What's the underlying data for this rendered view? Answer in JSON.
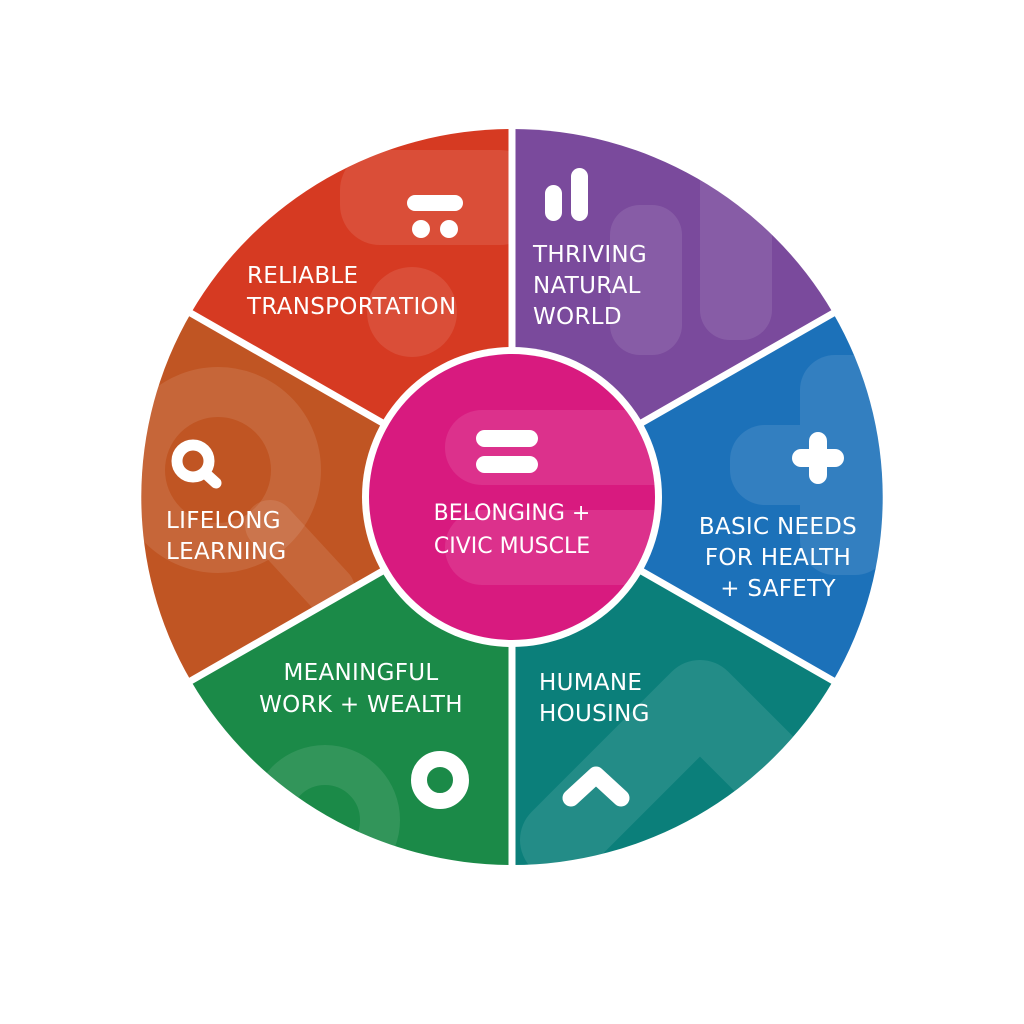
{
  "colors": {
    "transportation": "#d63a22",
    "natural_world": "#7a4a9c",
    "health_safety": "#1c71b9",
    "housing": "#0b7f7a",
    "work_wealth": "#1b8a48",
    "learning": "#c05523",
    "center": "#d81a7f",
    "divider": "#ffffff"
  },
  "center": {
    "icon": "equals-icon",
    "label_line1": "BELONGING +",
    "label_line2": "CIVIC MUSCLE"
  },
  "segments": [
    {
      "key": "transportation",
      "icon": "transit-icon",
      "label_line1": "RELIABLE",
      "label_line2": "TRANSPORTATION"
    },
    {
      "key": "natural_world",
      "icon": "bar-chart-icon",
      "label_line1": "THRIVING",
      "label_line2": "NATURAL",
      "label_line3": "WORLD"
    },
    {
      "key": "health_safety",
      "icon": "plus-icon",
      "label_line1": "BASIC NEEDS",
      "label_line2": "FOR HEALTH",
      "label_line3": "+ SAFETY"
    },
    {
      "key": "housing",
      "icon": "chevron-up-icon",
      "label_line1": "HUMANE",
      "label_line2": "HOUSING"
    },
    {
      "key": "work_wealth",
      "icon": "ring-icon",
      "label_line1": "MEANINGFUL",
      "label_line2": "WORK + WEALTH"
    },
    {
      "key": "learning",
      "icon": "magnifier-icon",
      "label_line1": "LIFELONG",
      "label_line2": "LEARNING"
    }
  ]
}
